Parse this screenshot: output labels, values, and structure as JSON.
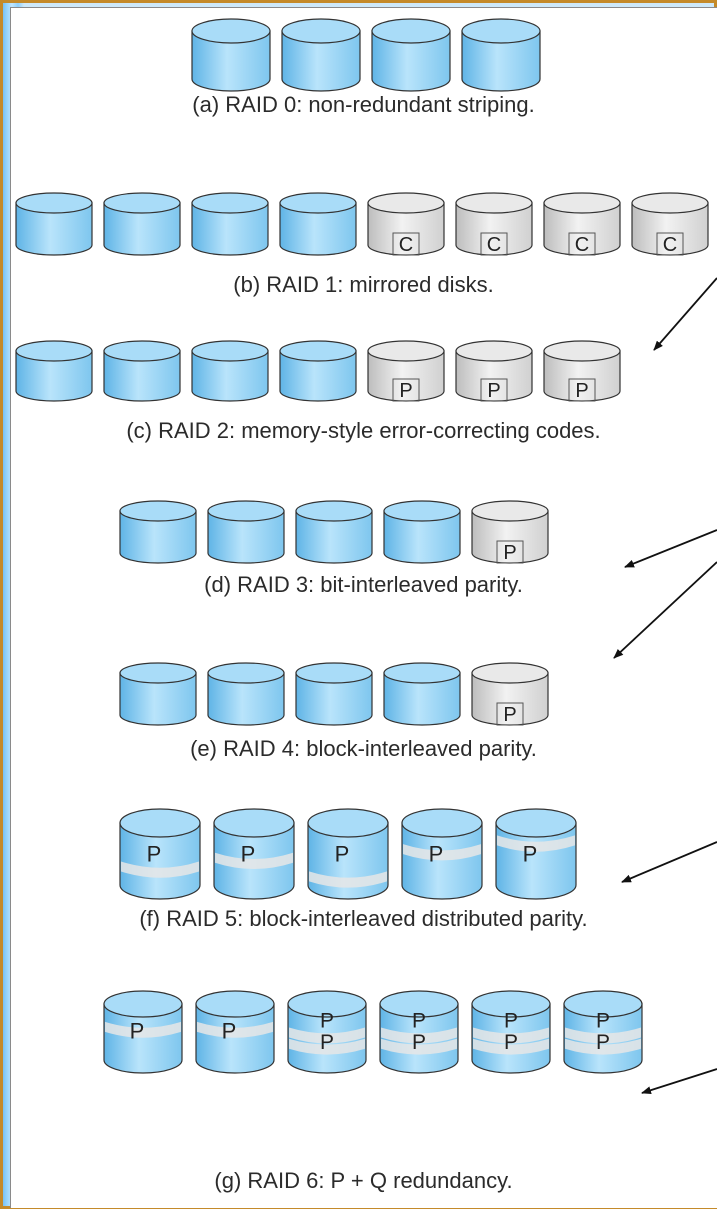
{
  "levels": [
    {
      "caption": "(a) RAID 0: non-redundant striping.",
      "disks": [
        "D",
        "D",
        "D",
        "D"
      ]
    },
    {
      "caption": "(b) RAID 1: mirrored disks.",
      "disks": [
        "D",
        "D",
        "D",
        "D",
        "C",
        "C",
        "C",
        "C"
      ]
    },
    {
      "caption": "(c) RAID 2: memory-style error-correcting codes.",
      "disks": [
        "D",
        "D",
        "D",
        "D",
        "P",
        "P",
        "P"
      ]
    },
    {
      "caption": "(d) RAID 3: bit-interleaved parity.",
      "disks": [
        "D",
        "D",
        "D",
        "D",
        "P"
      ]
    },
    {
      "caption": "(e) RAID 4: block-interleaved parity.",
      "disks": [
        "D",
        "D",
        "D",
        "D",
        "P"
      ]
    },
    {
      "caption": "(f) RAID 5: block-interleaved distributed parity.",
      "disks": [
        "P5",
        "P5",
        "P5",
        "P5",
        "P5"
      ]
    },
    {
      "caption": "(g) RAID 6: P + Q redundancy.",
      "disks": [
        "P6a",
        "P6a",
        "P6b",
        "P6b",
        "P6b",
        "P6b"
      ]
    }
  ],
  "labels": {
    "copy": "C",
    "parity": "P"
  },
  "colors": {
    "data_disk": "#8fcff2",
    "check_disk": "#dedede",
    "frame": "#c48a2a",
    "outline": "#333333"
  }
}
